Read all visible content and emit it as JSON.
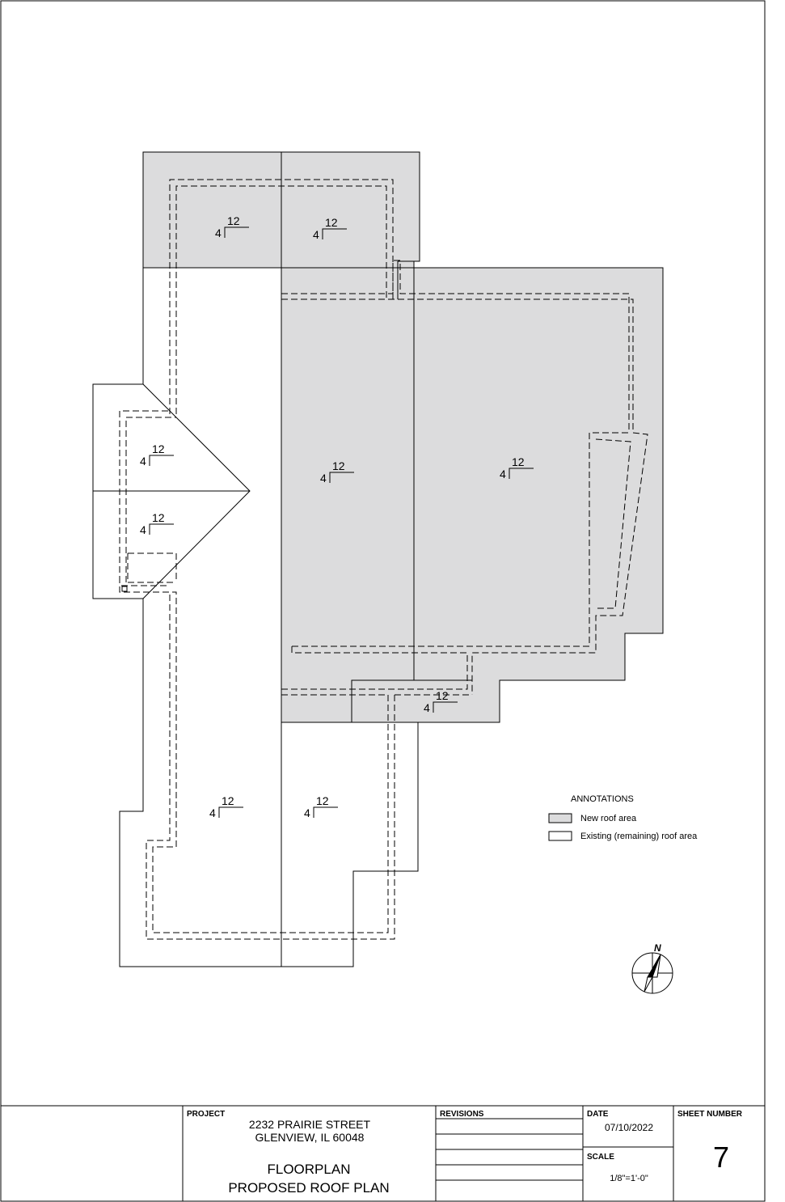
{
  "colors": {
    "new_roof": "#dcdcdd",
    "existing_roof": "#ffffff",
    "line": "#000000"
  },
  "slopes": [
    {
      "rise": "4",
      "run": "12"
    },
    {
      "rise": "4",
      "run": "12"
    },
    {
      "rise": "4",
      "run": "12"
    },
    {
      "rise": "4",
      "run": "12"
    },
    {
      "rise": "4",
      "run": "12"
    },
    {
      "rise": "4",
      "run": "12"
    },
    {
      "rise": "4",
      "run": "12"
    },
    {
      "rise": "4",
      "run": "12"
    },
    {
      "rise": "4",
      "run": "12"
    }
  ],
  "legend": {
    "title": "ANNOTATIONS",
    "items": [
      {
        "label": "New roof area"
      },
      {
        "label": "Existing (remaining) roof area"
      }
    ]
  },
  "north_arrow": {
    "label": "N",
    "icon": "north-arrow-icon"
  },
  "title_block": {
    "project_label": "PROJECT",
    "address_line1": "2232 PRAIRIE STREET",
    "address_line2": "GLENVIEW, IL 60048",
    "drawing_line1": "FLOORPLAN",
    "drawing_line2": "PROPOSED ROOF PLAN",
    "revisions_label": "REVISIONS",
    "date_label": "DATE",
    "date_value": "07/10/2022",
    "scale_label": "SCALE",
    "scale_value": "1/8\"=1'-0\"",
    "sheet_label": "SHEET NUMBER",
    "sheet_value": "7"
  }
}
